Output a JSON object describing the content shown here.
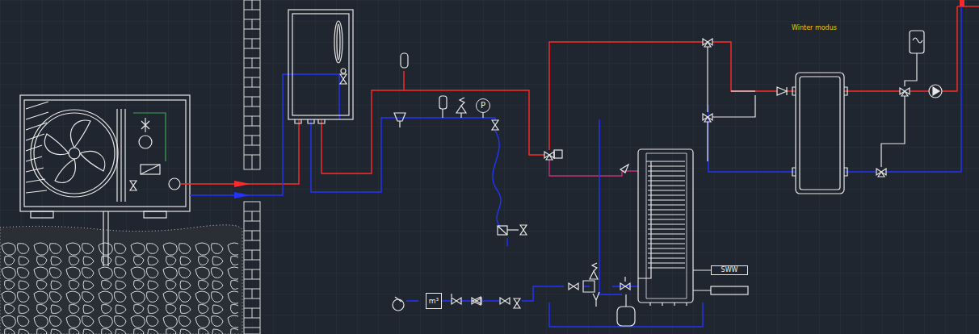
{
  "diagram": {
    "nodes": [
      {
        "text": [
          "P"
        ]
      },
      {
        "text": [
          "m³"
        ]
      },
      {
        "text": [
          "SWW"
        ]
      }
    ],
    "labels": [
      "Winter modus"
    ]
  }
}
